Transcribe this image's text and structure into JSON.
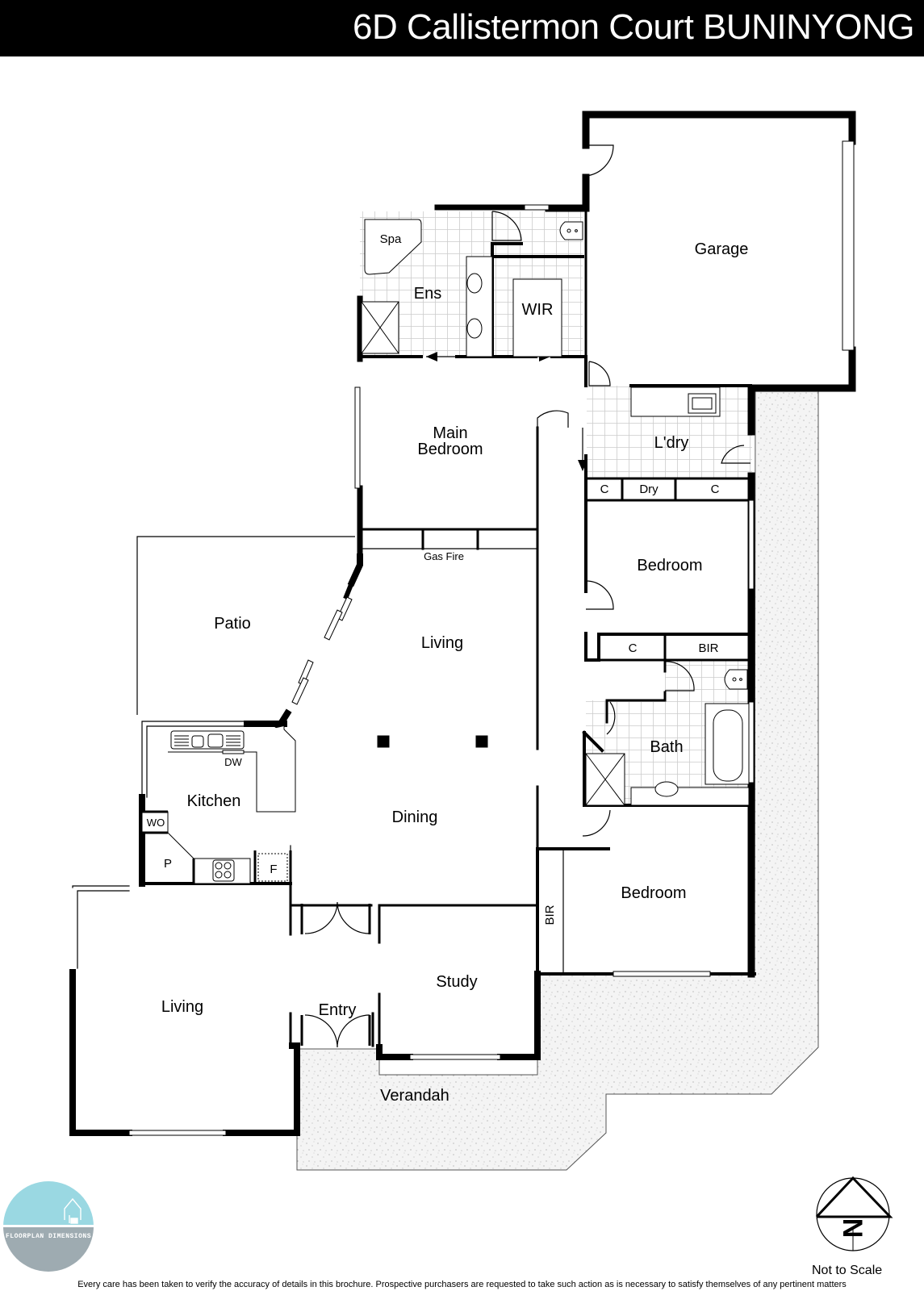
{
  "header": {
    "title": "6D Callistermon Court BUNINYONG"
  },
  "plan": {
    "rooms": {
      "garage": "Garage",
      "spa": "Spa",
      "ensuite": "Ens",
      "wir": "WIR",
      "main_bedroom_line1": "Main",
      "main_bedroom_line2": "Bedroom",
      "laundry": "L'dry",
      "laundry_cupboard_left": "C",
      "laundry_dryer": "Dry",
      "laundry_cupboard_right": "C",
      "bedroom_2": "Bedroom",
      "bedroom_2_cupboard": "C",
      "bedroom_2_bir": "BIR",
      "bath": "Bath",
      "bedroom_3": "Bedroom",
      "bedroom_3_bir": "BIR",
      "gas_fire": "Gas Fire",
      "living_main": "Living",
      "patio": "Patio",
      "kitchen": "Kitchen",
      "dishwasher": "DW",
      "walk_in_oven": "WO",
      "pantry": "P",
      "fridge": "F",
      "dining": "Dining",
      "living_front": "Living",
      "entry": "Entry",
      "study": "Study",
      "verandah": "Verandah"
    },
    "colors": {
      "wall": "#000000",
      "tile_grid": "#cccccc",
      "paving_fill": "#f4f4f4",
      "paving_dot": "#9a9a9a"
    }
  },
  "compass": {
    "icon": "north-arrow-icon",
    "letter": "N"
  },
  "footer": {
    "scale_note": "Not to Scale",
    "disclaimer": "Every care has been taken to verify the accuracy of details in this brochure. Prospective purchasers are requested to take such action as is necessary to satisfy themselves of any pertinent matters",
    "logo": {
      "text": "FLOORPLAN DIMENSIONS",
      "top_color": "#9ad8e2",
      "bottom_color": "#9eabb1"
    }
  }
}
